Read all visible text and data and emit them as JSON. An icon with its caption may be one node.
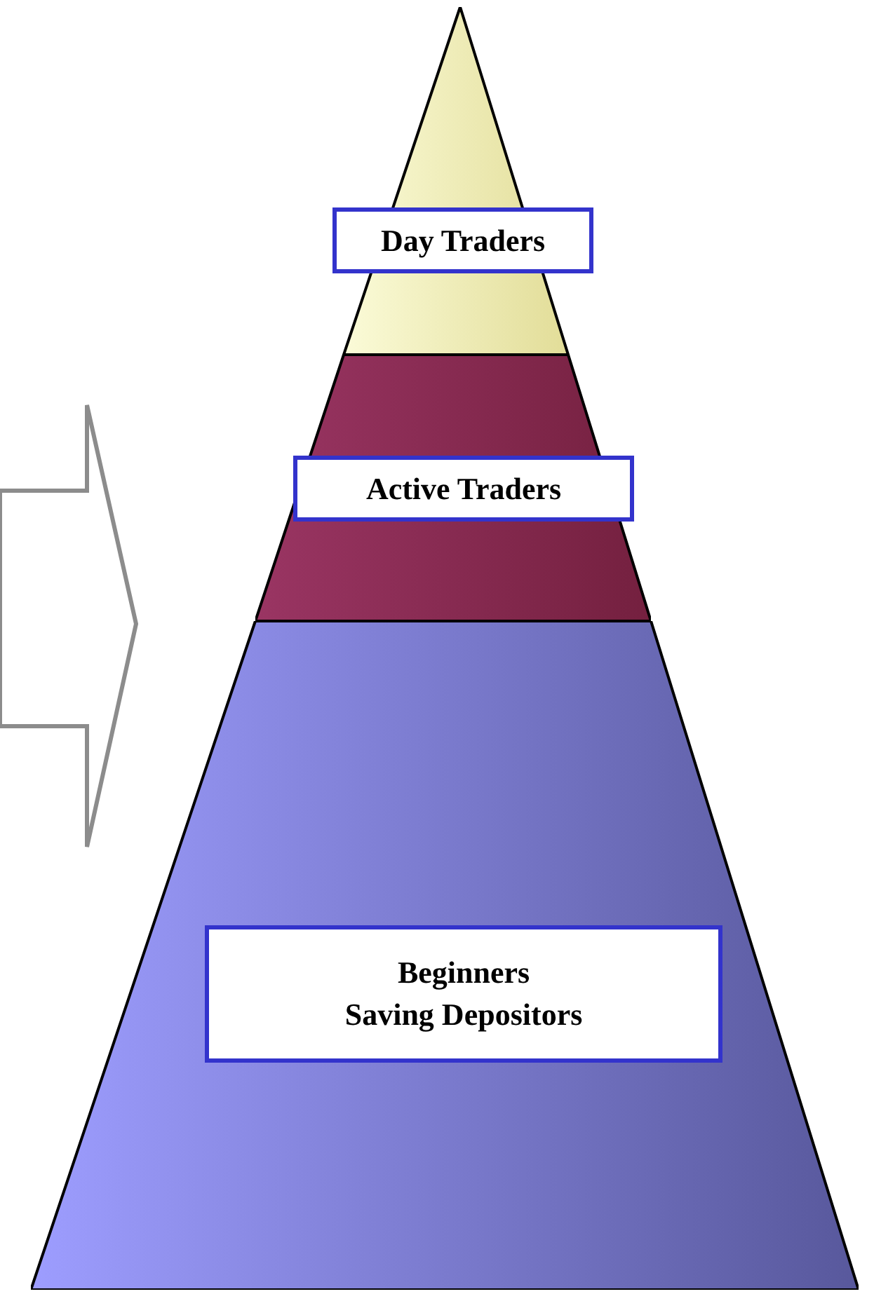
{
  "diagram": {
    "nodes": [
      {
        "text": [
          "Day Traders"
        ]
      },
      {
        "text": [
          "Active Traders"
        ]
      },
      {
        "text": [
          "Beginners",
          "Saving Depositors"
        ]
      }
    ],
    "edges": []
  }
}
